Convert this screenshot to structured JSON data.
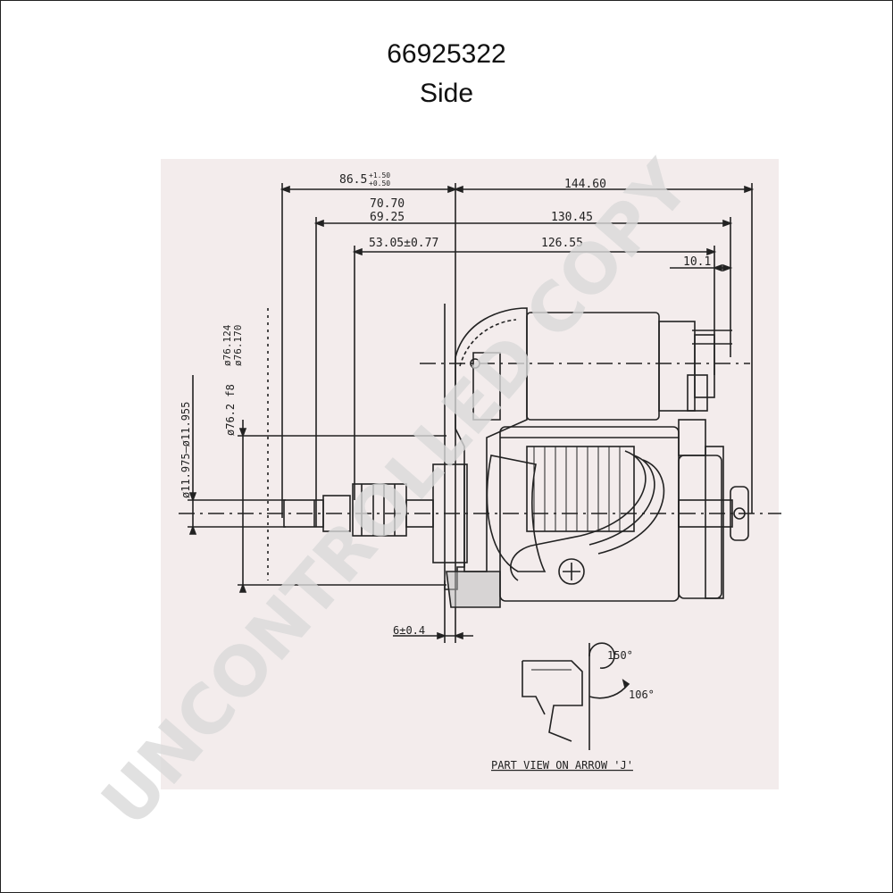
{
  "header": {
    "part_number": "66925322",
    "view": "Side"
  },
  "dimensions": {
    "overall_left": "86.5",
    "overall_left_tol_upper": "+1.50",
    "overall_left_tol_lower": "+0.50",
    "overall_right": "144.60",
    "second_left_upper": "70.70",
    "second_left_lower": "69.25",
    "second_right": "130.45",
    "third_left": "53.05±0.77",
    "third_right": "126.55",
    "terminal_offset": "10.1",
    "flange_thickness": "6±0.4",
    "shaft_diameter": "ø11.975–ø11.955",
    "pilot_diameter": "ø76.2  f8",
    "pilot_tol_upper": "ø76.124",
    "pilot_tol_lower": "ø76.170"
  },
  "part_view": {
    "angle_a": "150°",
    "angle_b": "106°",
    "caption": "PART VIEW ON ARROW 'J'"
  },
  "watermark": {
    "text": "UNCONTROLLED COPY",
    "color": "#d9d9d9"
  },
  "colors": {
    "line": "#222222",
    "sheet": "#f3ecec"
  }
}
